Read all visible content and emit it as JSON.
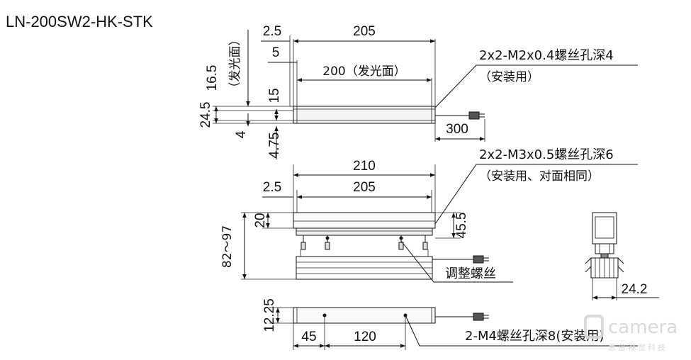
{
  "title": "LN-200SW2-HK-STK",
  "top_view": {
    "dims": {
      "d_2_5": "2.5",
      "d_205": "205",
      "d_5": "5",
      "d_200_emit": "200（发光面）",
      "d_16_5": "16.5",
      "d_emit_face": "（发光面）",
      "d_24_5": "24.5",
      "d_15": "15",
      "d_4": "4",
      "d_4_75": "4.75",
      "d_300": "300"
    },
    "callout_1": "2x2-M2x0.4螺丝孔深4",
    "callout_1_sub": "（安装用）"
  },
  "front_view": {
    "dims": {
      "d_210": "210",
      "d_2_5": "2.5",
      "d_205": "205",
      "d_20": "20",
      "d_82_97": "82～97",
      "d_45_5": "45.5"
    },
    "callout_2": "2x2-M3x0.5螺丝孔深6",
    "callout_2_sub": "（安装用、对面相同）",
    "callout_adjust": "调整螺丝"
  },
  "side_view": {
    "dims": {
      "d_24_2": "24.2"
    }
  },
  "bottom_view": {
    "dims": {
      "d_12_25": "12.25",
      "d_45": "45",
      "d_120": "120"
    },
    "callout_3": "2-M4螺丝孔深8(安装用)"
  },
  "watermark": {
    "brand": "camera",
    "sub": "思普视觉科技"
  }
}
